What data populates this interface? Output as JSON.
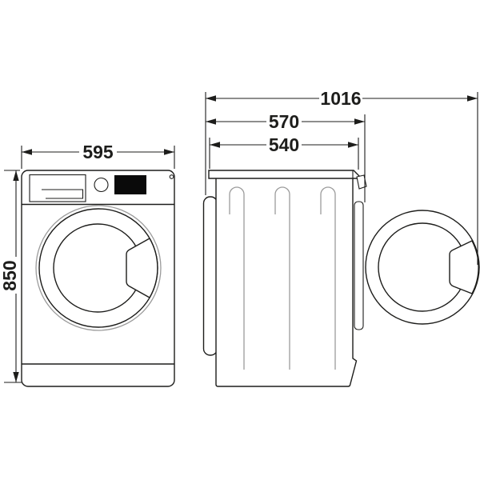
{
  "diagram": {
    "kind": "washing-machine-dimension-drawing",
    "views": {
      "front": {
        "width_label": "595",
        "height_label": "850"
      },
      "side": {
        "depth_door_open_label": "1016",
        "depth_overall_label": "570",
        "depth_body_label": "540"
      }
    },
    "colors": {
      "line": "#1d1d1b",
      "light_line": "#9b9b9b",
      "display_fill": "#0a0a0a",
      "background": "#ffffff"
    }
  }
}
